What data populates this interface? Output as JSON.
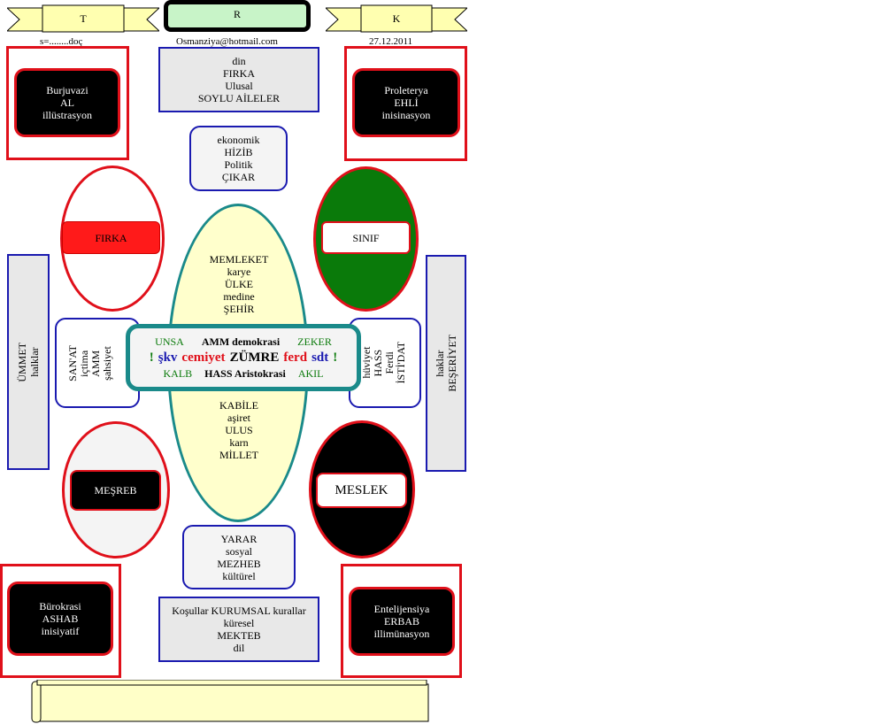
{
  "header": {
    "left_label": "T",
    "center_label": "R",
    "right_label": "K",
    "left_sub": "s=........doç",
    "center_sub": "Osmanziya@hotmail.com",
    "right_sub": "27.12.2011"
  },
  "top_center_box": [
    "din",
    "FIRKA",
    "Ulusal",
    "SOYLU  AİLELER"
  ],
  "top_left_box": [
    "Burjuvazi",
    "AL",
    "illüstrasyon"
  ],
  "top_right_box": [
    "Proleterya",
    "EHLİ",
    "inisinasyon"
  ],
  "ekonomik_box": [
    "ekonomik",
    "HİZİB",
    "Politik",
    "ÇIKAR"
  ],
  "firka_oval_label": "FIRKA",
  "sinif_oval_label": "SINIF",
  "left_vertical": [
    "ÜMMET",
    "halklar"
  ],
  "right_vertical": [
    "haklar",
    "BEŞERİYET"
  ],
  "center_ellipse_top": [
    "MEMLEKET",
    "karye",
    "ÜLKE",
    "medine",
    "ŞEHİR"
  ],
  "center_ellipse_bottom": [
    "KABİLE",
    "aşiret",
    "ULUS",
    "karn",
    "MİLLET"
  ],
  "left_vertical_box": [
    "SAN'AT",
    "içtima",
    "AMM",
    "şahsiyet"
  ],
  "right_vertical_box": [
    "hüviyet",
    "HASS",
    "Ferdi",
    "İSTİ'DAT"
  ],
  "center_box": {
    "row1": [
      "UNSA",
      "AMM demokrasi",
      "ZEKER"
    ],
    "row2": [
      "!",
      "şkv",
      "cemiyet",
      "ZÜMRE",
      "ferd",
      "sdt",
      "!"
    ],
    "row3": [
      "KALB",
      "HASS Aristokrasi",
      "AKIL"
    ]
  },
  "mesreb_label": "MEŞREB",
  "meslek_label": "MESLEK",
  "yarar_box": [
    "YARAR",
    "sosyal",
    "MEZHEB",
    "kültürel"
  ],
  "bottom_center_box": [
    "Koşullar  KURUMSAL kurallar",
    "küresel",
    "MEKTEB",
    "dil"
  ],
  "bottom_left_box": [
    "Bürokrasi",
    "ASHAB",
    "inisiyatif"
  ],
  "bottom_right_box": [
    "Entelijensiya",
    "ERBAB",
    "illimünasyon"
  ],
  "colors": {
    "red": "#e0101a",
    "blue": "#1a1ab0",
    "teal": "#1a8a8a",
    "green": "#0a7a0a",
    "scroll_yellow": "#ffffc8",
    "grey_box": "#e8e8e8",
    "ellipse_fill": "#ffffcc"
  }
}
